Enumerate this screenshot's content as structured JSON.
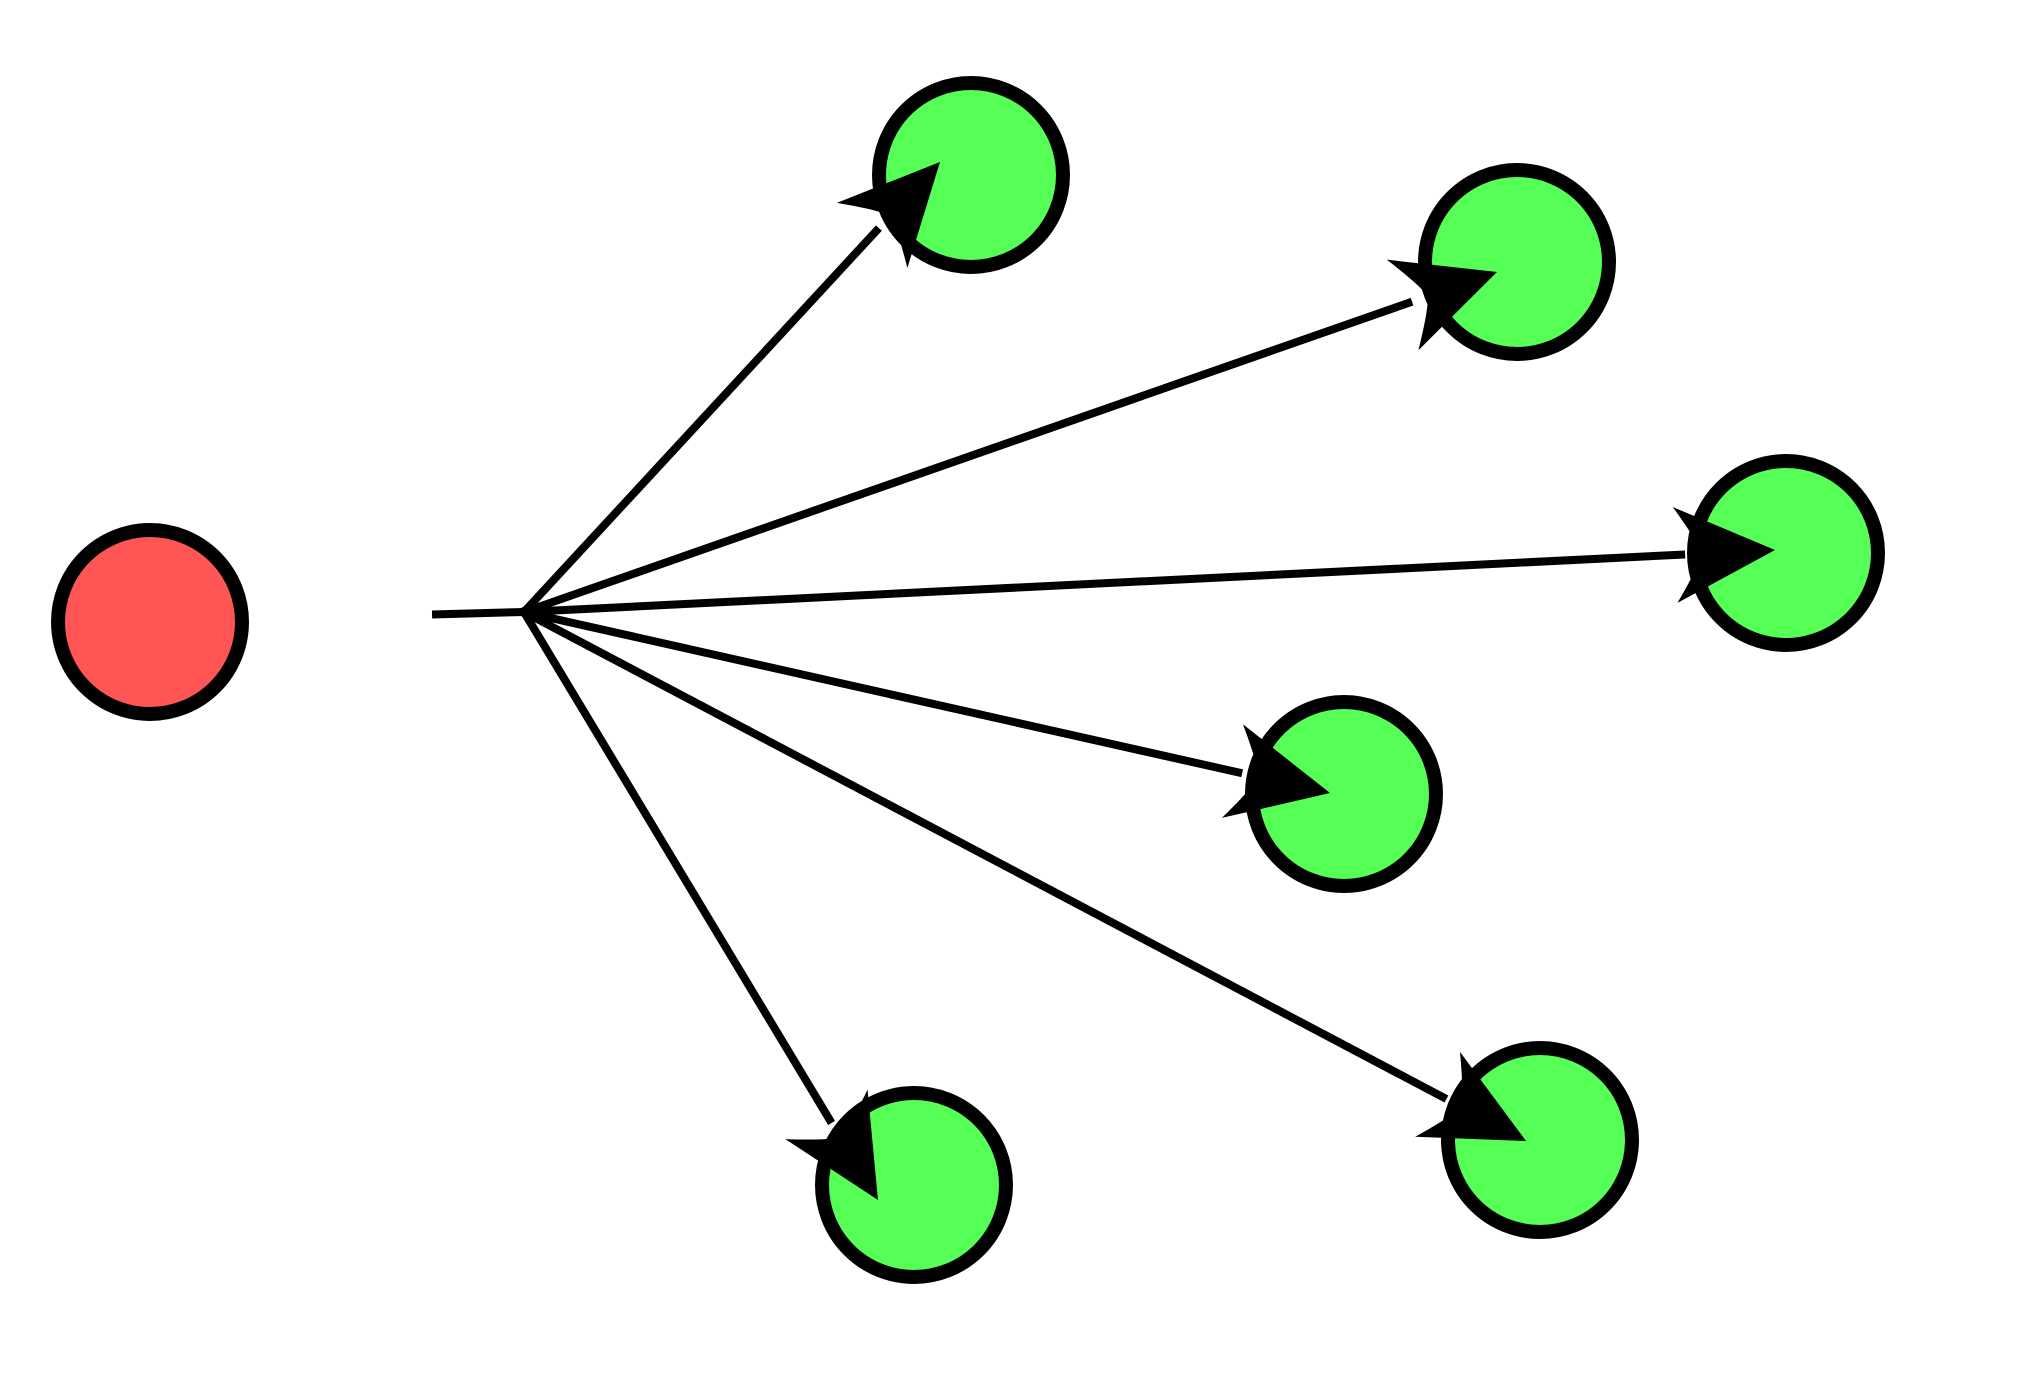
{
  "diagram": {
    "type": "hyperedge-fanout",
    "colors": {
      "background": "#ffffff",
      "source_node_fill": "#ff5555",
      "target_node_fill": "#55ff55",
      "stroke": "#000000"
    },
    "source": {
      "id": "source",
      "role": "source"
    },
    "junction": {
      "id": "junction",
      "role": "hub"
    },
    "targets": [
      {
        "id": "target-1"
      },
      {
        "id": "target-2"
      },
      {
        "id": "target-3"
      },
      {
        "id": "target-4"
      },
      {
        "id": "target-5"
      },
      {
        "id": "target-6"
      }
    ],
    "edges": [
      {
        "from": "source",
        "to": "junction",
        "arrow": false
      },
      {
        "from": "junction",
        "to": "target-1",
        "arrow": true
      },
      {
        "from": "junction",
        "to": "target-2",
        "arrow": true
      },
      {
        "from": "junction",
        "to": "target-3",
        "arrow": true
      },
      {
        "from": "junction",
        "to": "target-4",
        "arrow": true
      },
      {
        "from": "junction",
        "to": "target-5",
        "arrow": true
      },
      {
        "from": "junction",
        "to": "target-6",
        "arrow": true
      }
    ]
  }
}
